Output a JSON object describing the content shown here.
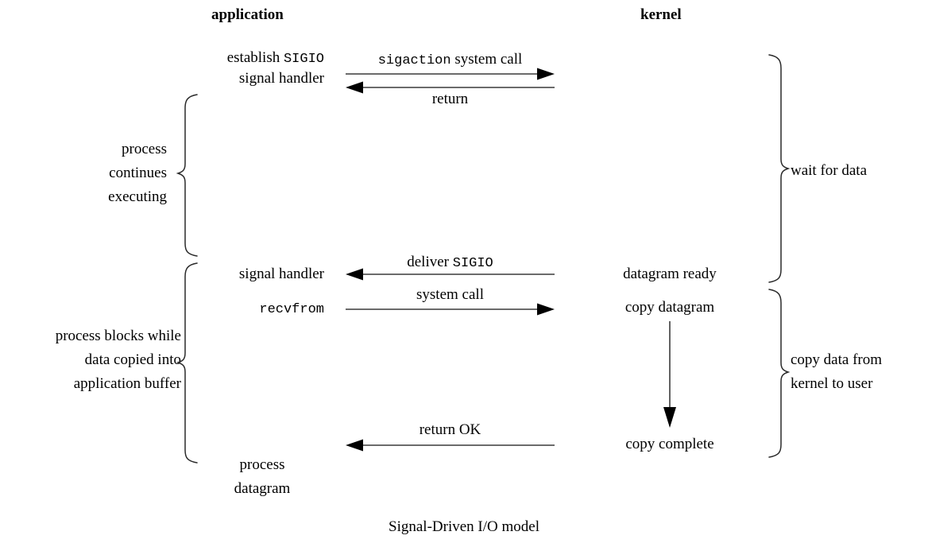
{
  "figure": {
    "caption": "Signal-Driven I/O model",
    "columns": {
      "application": "application",
      "kernel": "kernel"
    }
  },
  "application_labels": {
    "establish_line1_plain": "establish ",
    "establish_line1_mono": "SIGIO",
    "establish_line2": "signal handler",
    "signal_handler": "signal handler",
    "recvfrom": "recvfrom",
    "process_datagram": "process\ndatagram"
  },
  "kernel_labels": {
    "datagram_ready": "datagram ready",
    "copy_datagram": "copy datagram",
    "copy_complete": "copy complete"
  },
  "arrows": [
    {
      "id": "sigaction-system-call",
      "label_mono": "sigaction",
      "label_plain": " system call",
      "direction": "right"
    },
    {
      "id": "return",
      "label": "return",
      "direction": "left"
    },
    {
      "id": "deliver-sigio",
      "label_plain": "deliver ",
      "label_mono": "SIGIO",
      "direction": "left"
    },
    {
      "id": "system-call",
      "label": "system call",
      "direction": "right"
    },
    {
      "id": "return-ok",
      "label": "return OK",
      "direction": "left"
    },
    {
      "id": "copy-flow",
      "label": "",
      "direction": "down"
    }
  ],
  "braces": {
    "left_top": "process\ncontinues\nexecuting",
    "left_bottom": "process blocks while\ndata copied into\napplication buffer",
    "right_top": "wait for data",
    "right_bottom": "copy data from\nkernel to user"
  },
  "colors": {
    "ink": "#000000",
    "line": "#3a3a3a",
    "brace": "#2a2a2a",
    "background": "#ffffff"
  }
}
